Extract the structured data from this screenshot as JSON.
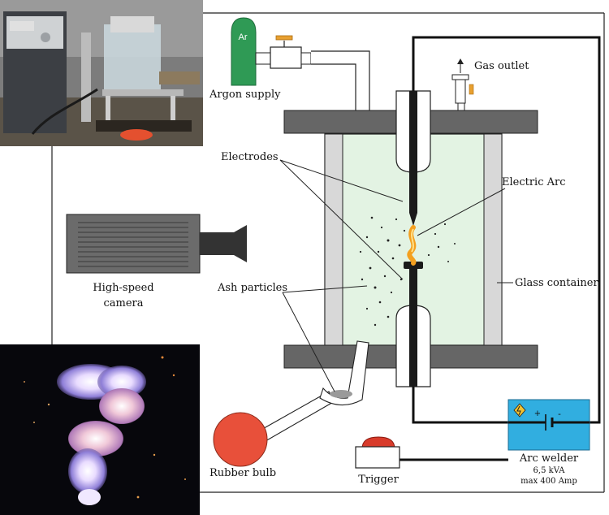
{
  "labels": {
    "argon_supply": "Argon supply",
    "ar_tag": "Ar",
    "gas_outlet": "Gas outlet",
    "electrodes": "Electrodes",
    "electric_arc": "Electric Arc",
    "glass_container": "Glass container",
    "ash_particles": "Ash particles",
    "camera_line1": "High-speed",
    "camera_line2": "camera",
    "rubber_bulb": "Rubber bulb",
    "trigger": "Trigger",
    "arc_welder": "Arc welder",
    "welder_spec1": "6,5 kVA",
    "welder_spec2": "max 400 Amp",
    "plus": "+",
    "minus": "-"
  },
  "colors": {
    "cylinder": "#2f9a55",
    "valve_handle": "#e8a030",
    "glass_interior": "#e3f3e3",
    "plate": "#666666",
    "welder": "#31aee0",
    "trigger_button": "#d83b2b",
    "rubber_bulb": "#e8503a",
    "arc": "#f4a020",
    "camera_body": "#6b6b6b",
    "camera_lens": "#333333"
  },
  "photos": {
    "setup_photo": "photo-of-experimental-setup",
    "arc_photo": "photo-of-plasma-arc-with-ash-particles"
  }
}
